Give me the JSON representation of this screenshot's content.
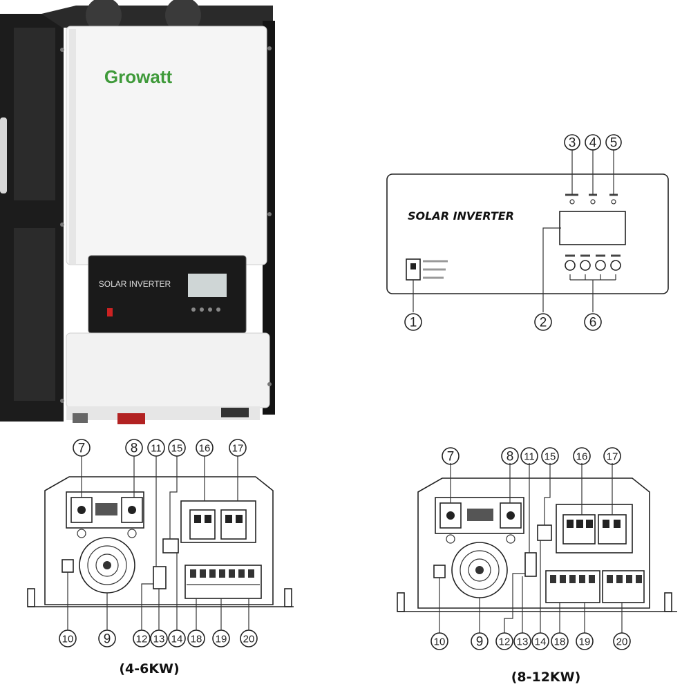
{
  "product": {
    "brand": "Growatt",
    "panel_text": "SOLAR INVERTER",
    "colors": {
      "brand_green": "#3f9a3a",
      "body_white": "#f4f4f4",
      "panel_dark": "#1a1a1a"
    }
  },
  "front_panel": {
    "title": "SOLAR INVERTER",
    "callouts": [
      "1",
      "2",
      "3",
      "4",
      "5",
      "6"
    ]
  },
  "bottom_views": [
    {
      "caption": "(4-6KW)",
      "callouts_top": [
        "7",
        "8",
        "11",
        "15",
        "16",
        "17"
      ],
      "callouts_bottom": [
        "10",
        "9",
        "12",
        "13",
        "14",
        "18",
        "19",
        "20"
      ]
    },
    {
      "caption": "(8-12KW)",
      "callouts_top": [
        "7",
        "8",
        "11",
        "15",
        "16",
        "17"
      ],
      "callouts_bottom": [
        "10",
        "9",
        "12",
        "13",
        "14",
        "18",
        "19",
        "20"
      ]
    }
  ]
}
